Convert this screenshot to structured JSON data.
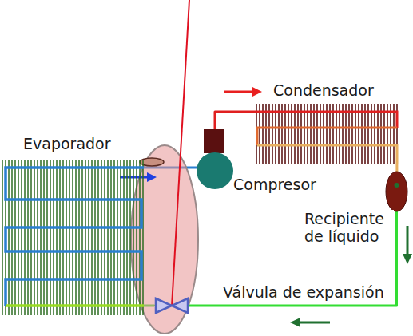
{
  "diagram": {
    "nodes": [
      {
        "text": [
          "Condensador"
        ]
      },
      {
        "text": [
          "Evaporador"
        ]
      },
      {
        "text": [
          "Compresor"
        ]
      },
      {
        "text": [
          "Recipiente de líquido"
        ]
      },
      {
        "text": [
          "Válvula de expansión"
        ]
      }
    ],
    "edges": [
      {
        "from": 2,
        "to": 0,
        "arrow": "none"
      },
      {
        "from": 0,
        "to": 3,
        "arrow": "none"
      },
      {
        "from": 3,
        "to": 4,
        "arrow": "none"
      },
      {
        "from": 4,
        "to": 1,
        "arrow": "none"
      },
      {
        "from": 1,
        "to": 2,
        "arrow": "none"
      }
    ]
  }
}
